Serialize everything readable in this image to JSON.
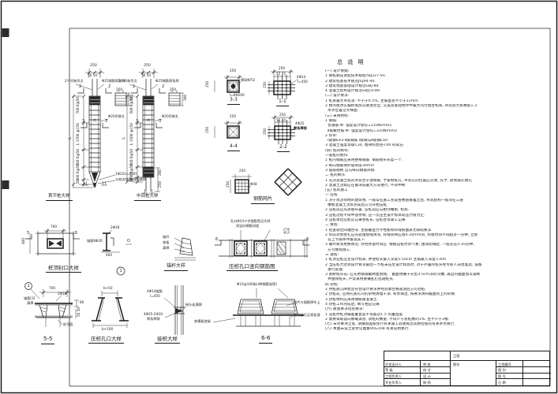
{
  "colors": {
    "line": "#1c1c1c",
    "paper": "#ffffff",
    "hatch_fill": "#2b2b2b"
  },
  "piles": {
    "first": {
      "title": "首节桩大样",
      "top_width": "250",
      "top_spacing": "50 50",
      "lift_label": "2个吊装吊点",
      "bar_label": "Φ25钢筋帮条焊",
      "hole_label": "Φ20吊装孔",
      "seg1": "700 6@50",
      "seg2": "L-1700 @150",
      "seg3": "500 6@50",
      "seg4": "400 6@50",
      "seg5": "50",
      "overall": "L",
      "marker2": "2",
      "marker3": "3",
      "tip_note1": "1Φ22(l=400)",
      "tip_note2": "与桩尖锚固,周围满焊",
      "mini_top": "250",
      "mini_side": "300"
    },
    "middle": {
      "title": "中间桩大样",
      "top_width": "250",
      "top_spacing": "50 50",
      "lift_label": "2个吊装吊点",
      "bar_label": "Φ25钢筋帮条焊",
      "hole_label": "Φ20吊装孔",
      "seg1": "500 6@50",
      "seg2": "L-1500 @150",
      "seg3": "600 6@50",
      "seg4": "400 6@50",
      "seg5": "50",
      "overall": "L",
      "marker2": "2",
      "marker3": "3",
      "dim_b1": "200",
      "dim_b2": "250",
      "mini_top": "250",
      "mini_side": "300"
    }
  },
  "sections": {
    "s33": {
      "label": "3-3",
      "dim_top": "250",
      "dim_left": "250",
      "note1": "焊网Φ7l2",
      "note2": "l=6Φ200"
    },
    "s11": {
      "label": "1-1",
      "dim_top": "250",
      "sub": "55 55",
      "dim_left": "250",
      "note1": "4Φ14",
      "note2": "l=450"
    },
    "s44": {
      "label": "4-4",
      "dim_top": "250",
      "dim_left": "250"
    },
    "s22": {
      "label": "2-2",
      "dim_top": "250",
      "sub": "55 55",
      "dim_left": "250",
      "note1": "4Φ25",
      "note2": "帮条焊接"
    }
  },
  "mesh": {
    "label": "钢筋网片",
    "dim_top": "250",
    "dim_left": "250",
    "note": "Φ48"
  },
  "cap": {
    "label": "桩顶封口大样",
    "dim_top": "700",
    "dim_left": "400",
    "marker": "5"
  },
  "anchor_plate": {
    "num": "1",
    "note_top": "2Φ18",
    "note_left": "锚筋6Φ20",
    "dim": "600"
  },
  "rod": {
    "label": "锚杆大样",
    "note1": "锚杆",
    "note2": "垫板",
    "note3": "满焊"
  },
  "hole_plan": {
    "label": "压桩孔口竖向钢筋图",
    "note1": "孔口Φ10十字钢筋黑见大样",
    "note2": "同竖向钢筋间距",
    "marker": "6"
  },
  "s55": {
    "label": "5-5",
    "circ": "1",
    "dim_top": "700",
    "note1": "2Φ18",
    "note2": "锚筋[3]",
    "note3": "满焊",
    "dim_r1": "80",
    "dim_r2": "50 50",
    "note4": "桩顶面"
  },
  "hole_detail": {
    "label": "压桩孔口大样",
    "dim_top": "b+50",
    "dim_bottom": "b+100"
  },
  "joint": {
    "label": "接桩大样",
    "note1": "4Φ14锚筋",
    "note2": "l=450",
    "note3": "4Φ25-2Φ10",
    "note4": "帮条焊接",
    "note5": "接头处满焊"
  },
  "s66": {
    "label": "6-6",
    "note_top": "Φ10@100纵(4Φ钢筋加密)",
    "note_r1": "网片与锚筋焊牢上",
    "note_r2": "桩顶留孔压浆处理",
    "note_l": "底模板垫架"
  },
  "notes": {
    "title": "总 说 明",
    "lines": [
      "(一) 设计依据:",
      "1 钢桩静压试桩技术规程YBJ227-91.",
      "2 建筑桩基技术规范JGJ94-94.",
      "3 建筑地基基础设计规范GBJ-89",
      "4 混凝土结构设计规范GBJ10-89",
      "(二) 设计要求:",
      "1 桩身最大吊装净: 不小于0.5%, 主筋直径不小于12mm",
      "2 相邻板改实偏移需反向进退完全, 沉设及基础地坪中最大内力组合构系, 吊装验力系数取1.3",
      "  吊点位置见大样图.",
      "(三) 采用材料:",
      "1 钢筋:",
      "  普通筋-Φ- 强度设计值fy=210N/mm2",
      "  Ⅱ级螺纹筋-Φ- 强度设计值fy=310N/mm2",
      "2 焊条:",
      "  Ⅰ级钢E43-Ⅱ级钢筋 Ⅰ级钢与Ⅱ级钢E50",
      "3 混凝土强度等级C30, 粗骨料粒径<40 的碎石",
      "(四) 桩的制作:",
      "一般桩的制作:",
      "1 桩内钢筋应采用整根钢筋  钢筋接头长度一个.",
      "2 纵向钢筋保护层厚度30mm",
      "3 箍筋规格 应与纵向钢筋焊接.",
      "二 桩的制作",
      "1 先浇混凝土桩的吊装合子放钢筋, 予留制桩孔, 吊装孔的位置应分清, 先予, 避免漏孔堵孔",
      "2 混凝土浇捣应在最深低最大方向进行, 不得中断.",
      "(五) 桩的施工",
      "一 压桩",
      "1 对于现浇场地的建筑物, 一般常在施工完成各楼层暴露之后, 吊装结构一般深在三层",
      "  楼板混凝土浇筑完成后方可开始压桩.",
      "2 压桩前应先测量布置, 压桩前应与相邻幢距, 标高.",
      "3 压桩过程不得中途停顿, 应一次压至设计标高或压力值为止.",
      "4 压桩单位应如实记录各桩长, 压桩台等施工记录.",
      "二 接桩:",
      "1 检查就位同轴合号, 主筋垂直力学性能和焊缝按图表无缺陷要求.",
      "2 焊前对管壁孔应先处理接缝清洗, 焊缝间隙应留0-20mm间, 焊接时间不得超过一分钟, 立即",
      "  在上节筋条件备案其下.",
      "3 破坏新洞更换防范, 焊经停留时间应  根据压桩时的气象, 由试验确定, 一般先在5-10分钟,",
      "  方可继续施工.",
      "三 送桩:",
      "1 桩顶在桩压至设计标高, 并使桩头最入深度5-10cm 主筋最入深度>30d",
      "2 当压桩力达到设计要求最后一节桩未压至设计标高时, 对于外露的桩头经专职人员批准后, 设备",
      "  进行处理.",
      "3 割断桩头前, 应先用钢锯截断面划线,   截面用锤子开出3-5cm深的沟槽, 再自内截面加以锯断",
      "  并凿除桩头, 严禁采用重锤乱打乱砸桩头.",
      "四 封桩:",
      "1 待桩底沉降稳定符合设计要求并经验收合格观测后方可封桩.",
      "2 封桩前, 应将孔底孔内的杂物清理干净, 积水排出, 按要求清扫截面的上的杂质.",
      "3 封桩材料应采用微膨胀混凝土.",
      "4 封桩工作完成后, 填写相应记录.",
      "(六) 质量要求检验要求:",
      "1 压桩时桩顶偏差垂直度不得超过1.5 的垂直度.",
      "2 需要采取竖向静载试验, 试桩的数量, 不得少于总桩数的1%, 且不少于3根.",
      "(七) 未尽事项之处, 请遵照国家现行有关施工验收规范及质检站的有关条文执行.",
      "(八) 本图未说之处参见图集95G108 有关说明执行."
    ]
  },
  "title_block": {
    "project_label": "工程",
    "name_label": "图名",
    "left_rows": [
      {
        "a": "开发设计人",
        "b": "审  核"
      },
      {
        "a": "等      级",
        "b": "校  对"
      },
      {
        "a": "工程负责人",
        "b": "设  计"
      },
      {
        "a": "专业负责人",
        "b": "制  图"
      }
    ],
    "right_rows": [
      "工程编号",
      "图  别",
      "图  号",
      "日  期"
    ]
  }
}
